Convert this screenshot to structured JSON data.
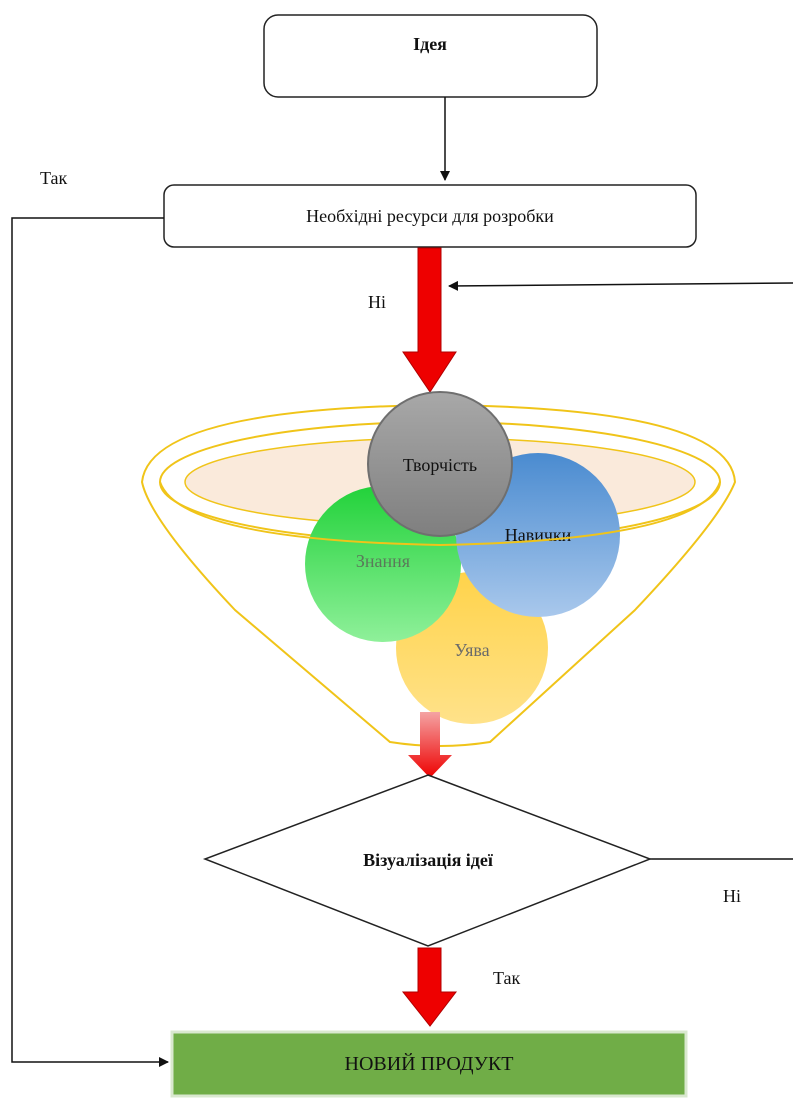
{
  "nodes": {
    "idea": "Ідея",
    "resources": "Необхідні ресурси для розробки",
    "visualization": "Візуалізація ідеї",
    "new_product": "НОВИЙ ПРОДУКТ"
  },
  "funnel": {
    "creativity": "Творчість",
    "skills": "Навички",
    "knowledge": "Знання",
    "imagination": "Уява"
  },
  "edge_labels": {
    "yes_top": "Так",
    "no_top": "Ні",
    "no_right": "Ні",
    "yes_bottom": "Так"
  },
  "colors": {
    "arrow_red": "#ee0000",
    "funnel_outline": "#f0c419",
    "creativity_circle": "#8c8c8c",
    "skills_circle": "#5b9bd5",
    "knowledge_circle": "#2fd34a",
    "imagination_circle": "#ffd866",
    "product_box": "#70ad47"
  }
}
